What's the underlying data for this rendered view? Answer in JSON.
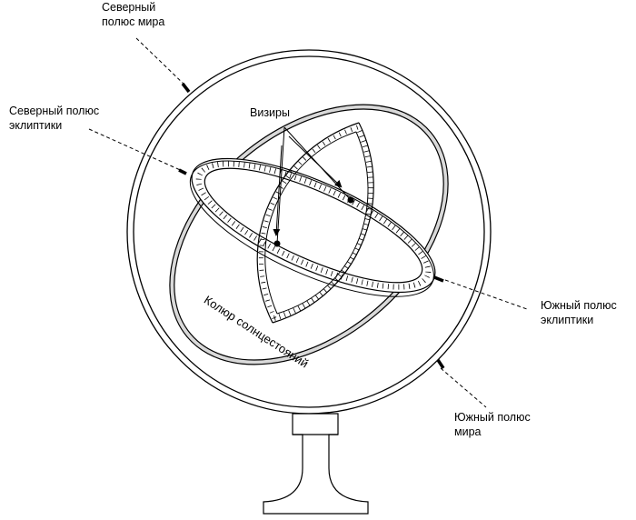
{
  "labels": {
    "north_celestial_pole": [
      "Северный",
      "полюс мира"
    ],
    "north_ecliptic_pole": [
      "Северный полюс",
      "эклиптики"
    ],
    "sights": "Визиры",
    "south_ecliptic_pole": [
      "Южный полюс",
      "эклиптики"
    ],
    "south_celestial_pole": [
      "Южный полюс",
      "мира"
    ],
    "solstitial_colure": "Колюр солнцестояний"
  },
  "colors": {
    "line": "#000000",
    "ring_fill": "#d9d9d9",
    "background": "#ffffff"
  }
}
